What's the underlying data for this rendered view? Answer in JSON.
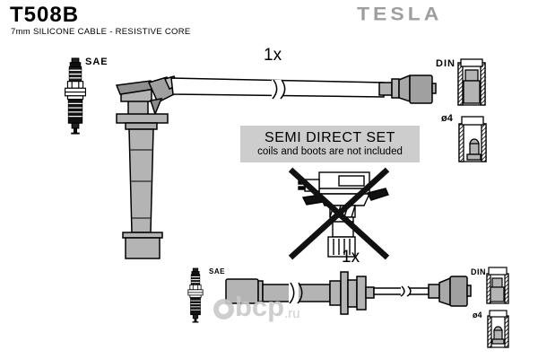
{
  "header": {
    "part_number": "T508B",
    "subtitle": "7mm SILICONE CABLE -  RESISTIVE CORE",
    "brand": "TESLA"
  },
  "top_assembly": {
    "quantity": "1x",
    "plug_end_standard": "SAE",
    "terminal_end_standard": "DIN",
    "terminal_diameter": "ø4"
  },
  "bottom_assembly": {
    "quantity": "1x",
    "plug_end_standard": "SAE",
    "terminal_end_standard": "DIN",
    "terminal_diameter": "ø4"
  },
  "notice": {
    "title": "SEMI DIRECT SET",
    "subtitle": "coils and boots are not included"
  },
  "watermark": {
    "name": "bcp",
    "tld": ".ru"
  },
  "colors": {
    "brand_gray": "#9e9e9e",
    "part_gray": "#b4b4b4",
    "shade_gray": "#a0a0a0",
    "notice_background": "#cdcdcd",
    "outline": "#000000",
    "watermark_gray": "#c9c9c9"
  }
}
